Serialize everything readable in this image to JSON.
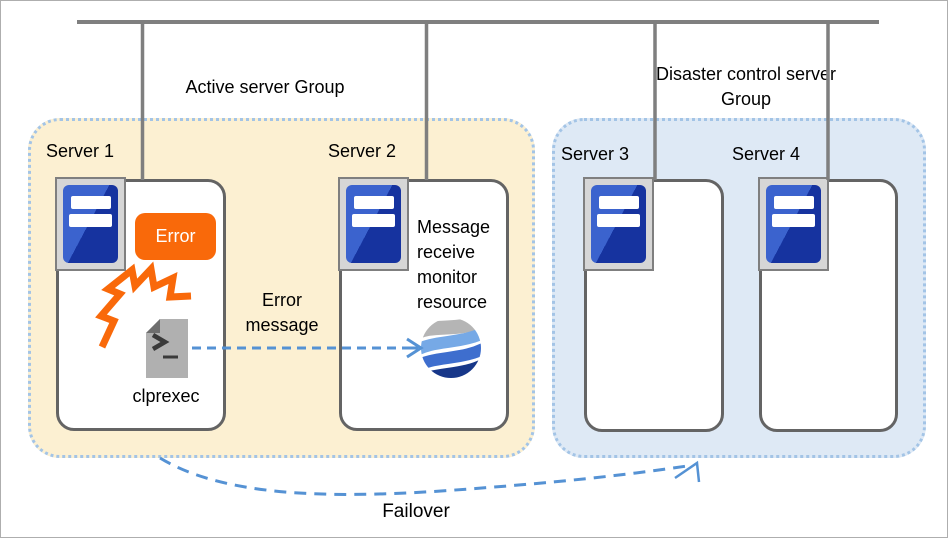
{
  "groups": {
    "active": {
      "label": "Active server Group"
    },
    "disaster": {
      "label": "Disaster control server Group"
    }
  },
  "servers": {
    "s1": {
      "label": "Server 1"
    },
    "s2": {
      "label": "Server 2"
    },
    "s3": {
      "label": "Server 3"
    },
    "s4": {
      "label": "Server 4"
    }
  },
  "server1": {
    "error_badge": "Error",
    "command_label": "clprexec"
  },
  "server2": {
    "resource_label": "Message receive monitor resource"
  },
  "arrows": {
    "error_message_label": "Error message",
    "failover_label": "Failover"
  },
  "icons": {
    "server": "server-tower-icon",
    "flash": "error-flash-icon",
    "file": "terminal-file-icon",
    "globe": "monitor-globe-icon"
  },
  "colors": {
    "error_orange": "#f9690a",
    "arrow_blue": "#5592d4",
    "active_group_fill": "#fcf0d2",
    "disaster_group_fill": "#dee9f5",
    "group_dotted_border": "#a3c4e6",
    "bus_line_gray": "#7f7f7f",
    "server_box_border": "#646464",
    "server_icon_blue": "#3b63ce",
    "server_icon_navy": "#16339f",
    "globe_gray": "#b5b5b5",
    "globe_light_blue": "#76a9e6",
    "globe_mid_blue": "#3e6ece",
    "globe_dark_blue": "#173789",
    "doc_gray": "#b0b0b0",
    "doc_fold_gray": "#6e6e6e"
  }
}
